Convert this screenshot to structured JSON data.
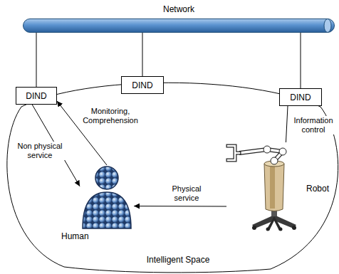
{
  "diagram": {
    "nodes": [
      {
        "text": [
          "Network"
        ]
      },
      {
        "text": [
          "DIND"
        ]
      },
      {
        "text": [
          "DIND"
        ]
      },
      {
        "text": [
          "DIND"
        ]
      },
      {
        "text": [
          "Intelligent Space"
        ]
      },
      {
        "text": [
          "Human"
        ],
        "in": 4
      },
      {
        "text": [
          "Robot"
        ],
        "in": 4
      }
    ],
    "edges": [
      {
        "from": 0,
        "to": 1,
        "arrow": "none"
      },
      {
        "from": 0,
        "to": 2,
        "arrow": "none"
      },
      {
        "from": 0,
        "to": 3,
        "arrow": "none"
      },
      {
        "from": 1,
        "to": 5,
        "label": "Non physical service",
        "arrow": "to"
      },
      {
        "from": 5,
        "to": 1,
        "label": "Monitoring, Comprehension",
        "arrow": "to"
      },
      {
        "from": 3,
        "to": 6,
        "label": "Information control",
        "arrow": "none"
      },
      {
        "from": 6,
        "to": 5,
        "label": "Physical service",
        "arrow": "to"
      }
    ]
  }
}
